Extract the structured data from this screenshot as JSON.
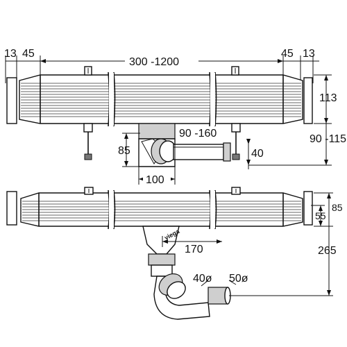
{
  "top_view": {
    "dims": {
      "left_end": "13",
      "left_offset": "45",
      "length_range": "300 -1200",
      "right_offset": "45",
      "right_end": "13",
      "body_height": "113",
      "install_height": "90 -115",
      "outlet_reach": "90 -160",
      "outlet_offset": "40",
      "trap_height": "85",
      "trap_width": "100"
    }
  },
  "side_view": {
    "brand": "viega",
    "dims": {
      "outlet_distance": "170",
      "inner_diameter": "40ø",
      "outer_diameter": "50ø",
      "height_85": "85",
      "height_55": "55",
      "total_height": "265"
    }
  }
}
